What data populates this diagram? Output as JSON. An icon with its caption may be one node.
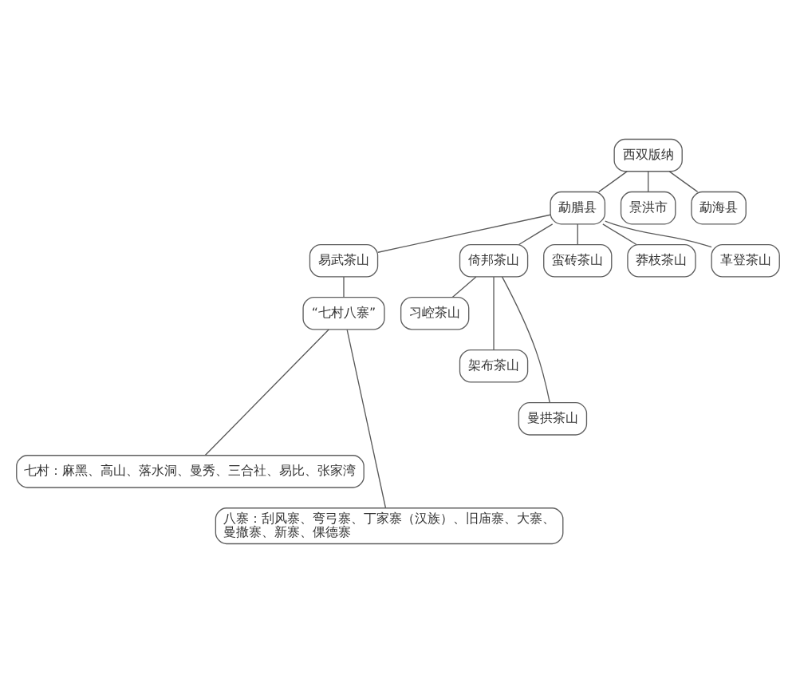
{
  "diagram": {
    "nodes": [
      {
        "text": [
          "西双版纳"
        ]
      },
      {
        "text": [
          "勐腊县"
        ]
      },
      {
        "text": [
          "景洪市"
        ]
      },
      {
        "text": [
          "勐海县"
        ]
      },
      {
        "text": [
          "易武茶山"
        ]
      },
      {
        "text": [
          "倚邦茶山"
        ]
      },
      {
        "text": [
          "蛮砖茶山"
        ]
      },
      {
        "text": [
          "莽枝茶山"
        ]
      },
      {
        "text": [
          "革登茶山"
        ]
      },
      {
        "text": [
          "“七村八寨”"
        ]
      },
      {
        "text": [
          "习崆茶山"
        ]
      },
      {
        "text": [
          "架布茶山"
        ]
      },
      {
        "text": [
          "曼拱茶山"
        ]
      },
      {
        "text": [
          "七村：麻黑、高山、落水洞、曼秀、三合社、易比、张家湾"
        ]
      },
      {
        "text": [
          "八寨：刮风寨、弯弓寨、丁家寨（汉族）、旧庙寨、大寨、曼撒寨、新寨、倮德寨"
        ]
      }
    ],
    "edges": [
      {
        "from": 0,
        "to": 1,
        "arrow": "none"
      },
      {
        "from": 0,
        "to": 2,
        "arrow": "none"
      },
      {
        "from": 0,
        "to": 3,
        "arrow": "none"
      },
      {
        "from": 1,
        "to": 4,
        "arrow": "none"
      },
      {
        "from": 1,
        "to": 5,
        "arrow": "none"
      },
      {
        "from": 1,
        "to": 6,
        "arrow": "none"
      },
      {
        "from": 1,
        "to": 7,
        "arrow": "none"
      },
      {
        "from": 1,
        "to": 8,
        "arrow": "none"
      },
      {
        "from": 4,
        "to": 9,
        "arrow": "none"
      },
      {
        "from": 5,
        "to": 10,
        "arrow": "none"
      },
      {
        "from": 5,
        "to": 11,
        "arrow": "none"
      },
      {
        "from": 5,
        "to": 12,
        "arrow": "none"
      },
      {
        "from": 9,
        "to": 13,
        "arrow": "none"
      },
      {
        "from": 9,
        "to": 14,
        "arrow": "none"
      }
    ]
  }
}
